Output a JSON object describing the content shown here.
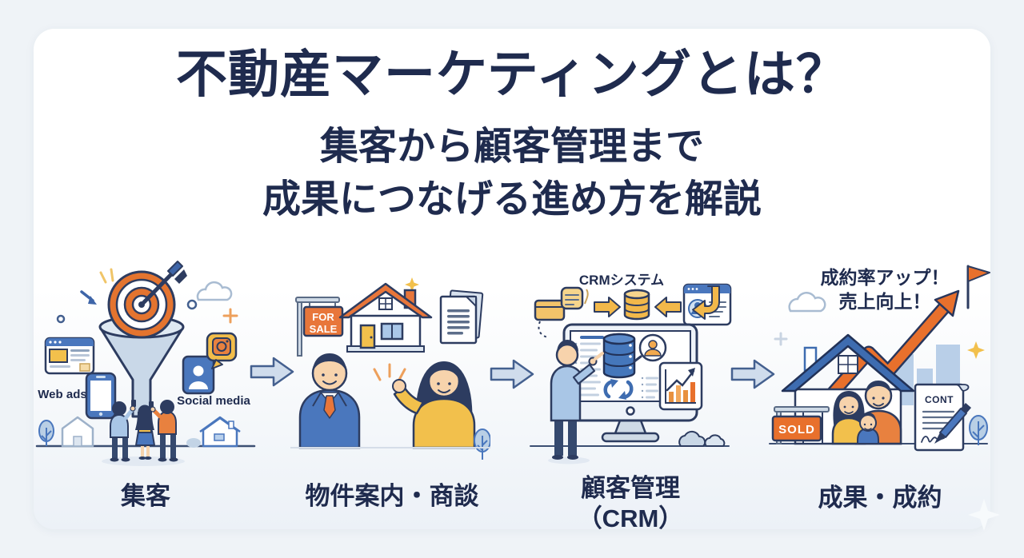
{
  "header": {
    "title": "不動産マーケティングとは？",
    "subtitle_line1": "集客から顧客管理まで",
    "subtitle_line2": "成果につなげる進め方を解説"
  },
  "steps": [
    {
      "label": "集客",
      "web_ads_label": "Web ads",
      "social_media_label": "Social media"
    },
    {
      "label": "物件案内・商談",
      "sign_line1": "FOR",
      "sign_line2": "SALE"
    },
    {
      "label": "顧客管理",
      "label_sub": "（CRM）",
      "system_label": "CRMシステム"
    },
    {
      "label": "成果・成約",
      "benefit_line1": "成約率アップ！",
      "benefit_line2": "売上向上！",
      "sold_label": "SOLD",
      "contract_label": "CONT"
    }
  ],
  "colors": {
    "background": "#eff3f7",
    "card": "#ffffff",
    "navy_text": "#1f2b4e",
    "outline_navy": "#2d3c60",
    "orange": "#e8702c",
    "soft_orange": "#e8813f",
    "yellow": "#f2c04c",
    "gold": "#f2b84a",
    "blue": "#4a77bd",
    "light_blue": "#a9c6e6",
    "pale_blue": "#cfdae6",
    "bar_blue": "#b9cfe8",
    "skin": "#f7d3ac"
  }
}
